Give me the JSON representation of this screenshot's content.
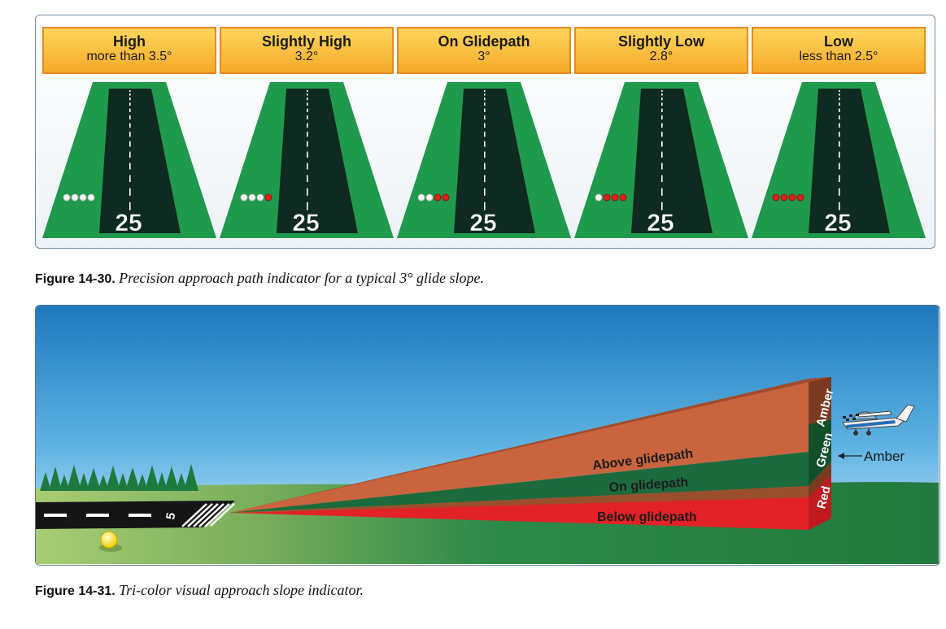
{
  "papi": {
    "columns": [
      {
        "title": "High",
        "subtitle": "more than 3.5°",
        "runway_number": "25",
        "lights": [
          "white",
          "white",
          "white",
          "white"
        ]
      },
      {
        "title": "Slightly High",
        "subtitle": "3.2°",
        "runway_number": "25",
        "lights": [
          "white",
          "white",
          "white",
          "red"
        ]
      },
      {
        "title": "On Glidepath",
        "subtitle": "3°",
        "runway_number": "25",
        "lights": [
          "white",
          "white",
          "red",
          "red"
        ]
      },
      {
        "title": "Slightly Low",
        "subtitle": "2.8°",
        "runway_number": "25",
        "lights": [
          "white",
          "red",
          "red",
          "red"
        ]
      },
      {
        "title": "Low",
        "subtitle": "less than 2.5°",
        "runway_number": "25",
        "lights": [
          "red",
          "red",
          "red",
          "red"
        ]
      }
    ],
    "caption": {
      "figure": "Figure 14-30.",
      "text": "Precision approach path indicator for a typical 3° glide slope."
    }
  },
  "vasi": {
    "bands": {
      "above": "Above glidepath",
      "on": "On glidepath",
      "below": "Below glidepath"
    },
    "face_labels": {
      "amber": "Amber",
      "green": "Green",
      "red": "Red"
    },
    "callout": "Amber",
    "runway_number": "5",
    "caption": {
      "figure": "Figure 14-31.",
      "text": "Tri-color visual approach slope indicator."
    }
  },
  "colors": {
    "grass": "#1f9a4c",
    "runway": "#0f2a20",
    "amber_label": "#f7b733",
    "above_band": "#c9643e",
    "on_band": "#1c6b3f",
    "below_band": "#e32227",
    "light_white": "#f2f2f2",
    "light_red": "#e0201a"
  }
}
